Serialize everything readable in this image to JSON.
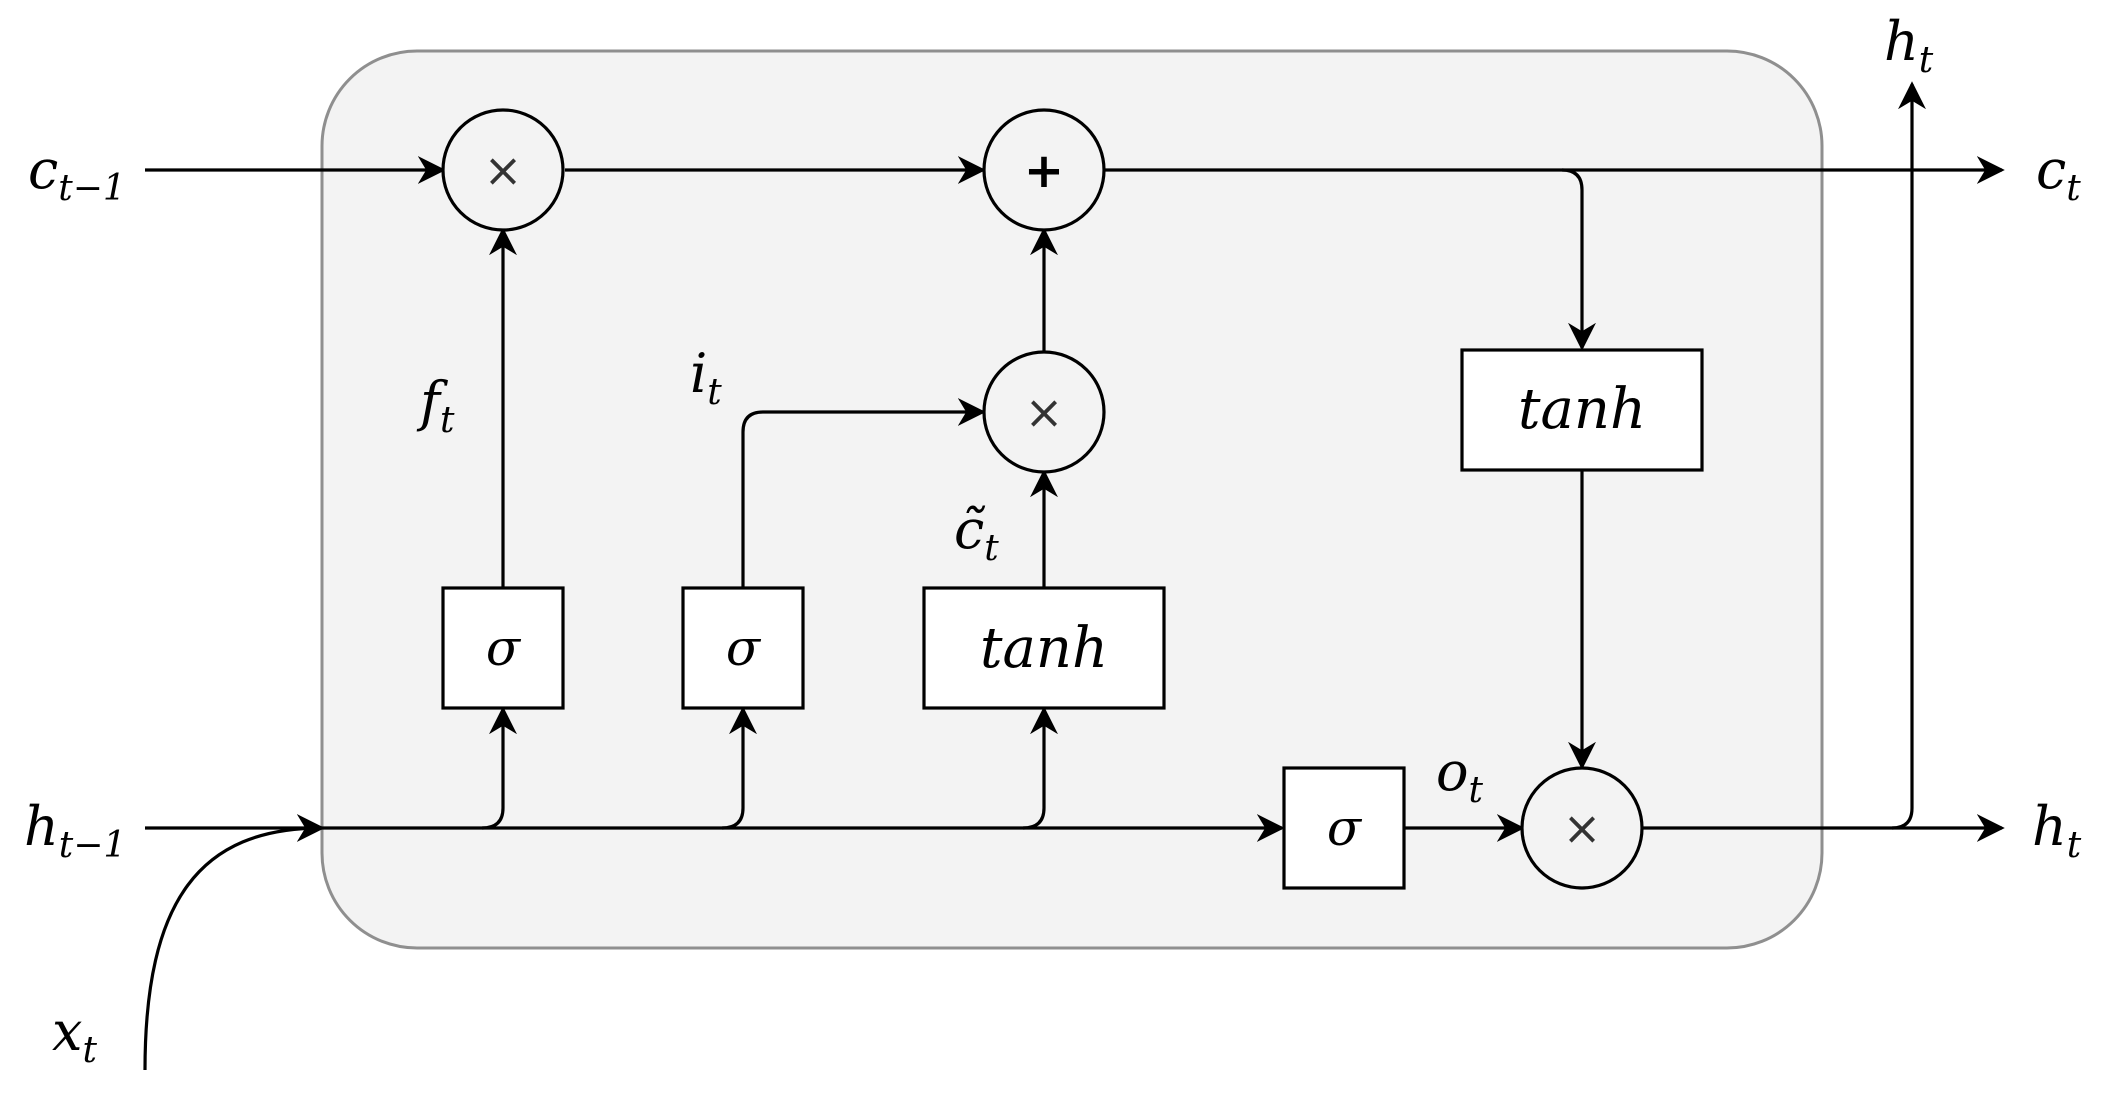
{
  "operators": {
    "forget_multiply": "×",
    "cell_add": "+",
    "input_multiply": "×",
    "output_multiply": "×"
  },
  "gates": {
    "forget_activation": "σ",
    "input_activation": "σ",
    "candidate_activation": "tanh",
    "output_activation": "σ",
    "cell_output_activation": "tanh"
  },
  "labels": {
    "c_prev": {
      "base": "c",
      "sub": "t−1"
    },
    "h_prev": {
      "base": "h",
      "sub": "t−1"
    },
    "x_t": {
      "base": "x",
      "sub": "t"
    },
    "c_t": {
      "base": "c",
      "sub": "t"
    },
    "h_t_right": {
      "base": "h",
      "sub": "t"
    },
    "h_t_top": {
      "base": "h",
      "sub": "t"
    },
    "f_t": {
      "base": "f",
      "sub": "t"
    },
    "i_t": {
      "base": "i",
      "sub": "t"
    },
    "o_t": {
      "base": "o",
      "sub": "t"
    },
    "c_tilde": {
      "base": "c̃",
      "sub": "t"
    }
  }
}
